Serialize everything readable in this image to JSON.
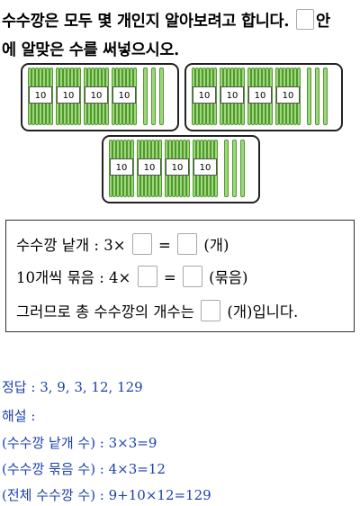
{
  "question": {
    "line1": "수수깡은 모두 몇 개인지 알아보려고 합니다.",
    "line1_after": "안",
    "line2": "에 알맞은 수를 써넣으시오."
  },
  "figure": {
    "bundle_label": "10",
    "groups": [
      {
        "bundles": 4,
        "singles": 3
      },
      {
        "bundles": 4,
        "singles": 3
      },
      {
        "bundles": 4,
        "singles": 3
      }
    ]
  },
  "problem": {
    "row1": {
      "label": "수수깡 낱개 : 3×",
      "mid": "=",
      "end": "(개)"
    },
    "row2": {
      "label": "10개씩 묶음 : 4×",
      "mid": "=",
      "end": "(묶음)"
    },
    "row3": {
      "label": "그러므로 총 수수깡의 개수는",
      "end": "(개)입니다."
    }
  },
  "answer": {
    "answer_line": "정답 : 3, 9, 3, 12, 129",
    "explanation_title": "해설 :",
    "lines": [
      "(수수깡 낱개 수) : 3×3=9",
      "(수수깡 묶음 수) : 4×3=12",
      "(전체 수수깡 수) : 9+10×12=129"
    ]
  },
  "colors": {
    "stick_fill": "#9fd67d",
    "stick_stroke": "#4f9a2c",
    "answer_text": "#1a3fb0"
  }
}
